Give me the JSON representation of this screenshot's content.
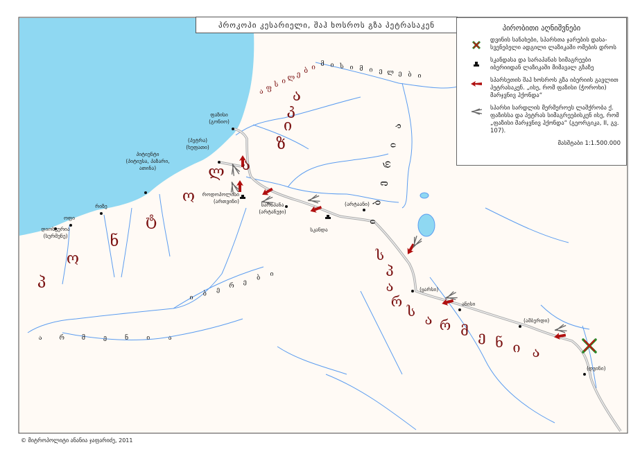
{
  "title": "პროკოპი კესარიელი, შაჰ ხოსროს გზა პეტრასაკენ",
  "legend": {
    "heading": "პირობითი აღნიშვნები",
    "items": [
      {
        "icon": "x-cross-icon",
        "text": "დვინის სანახები, სპარსთა ჯარების დასა-სვენებელი ადგილი ლაზიკაში ომების დროს"
      },
      {
        "icon": "fortress-icon",
        "text": "სკანდასა და სარაპანას სიმაგრეები იბერიიდან ლაზიკაში მიმავალ გზაზე"
      },
      {
        "icon": "red-arrow-icon",
        "text": "სპარსეთის შაჰ ხოსროს გზა იბერიის გავლით პეტრასაკენ. „ისე, რომ ფაზისი (ჭოროხი) მარჯვნივ ჰქონდა“"
      },
      {
        "icon": "gray-arrow-icon",
        "text": "სპარსი სარდლის მერმეროეს ლაშქრობა ქ. ფაზისსა და პეტრას სიმაგრეებისკენ ისე, რომ „ფაზისი მარჯვნივ ჰქონდა“ (გეორგიკა, II, გვ. 107)."
      }
    ],
    "scale": "მასშტაბი 1:1.500.000"
  },
  "places": [
    {
      "name": "ფაზისი",
      "alt": "(გონიო)"
    },
    {
      "name": "(პეტრა)",
      "alt": "(ხუფათი)"
    },
    {
      "name": "პიტიუნტი",
      "alt": "(პიტიუსა, პაზარი,",
      "alt2": "ათინა)"
    },
    {
      "name": "რიზე"
    },
    {
      "name": "ოფი"
    },
    {
      "name": "დიოსკურია",
      "alt": "(სურმენე)"
    },
    {
      "name": "როდოპოლისი",
      "alt": "(ართვინი)"
    },
    {
      "name": "სარაპანა",
      "alt": "(არტანუჯი)"
    },
    {
      "name": "სკანდა"
    },
    {
      "name": "(არტაანი)"
    },
    {
      "name": "(ყარსი)"
    },
    {
      "name": "ანისი"
    },
    {
      "name": "(ამბერდი)"
    },
    {
      "name": "(დვინი)"
    }
  ],
  "regions": {
    "pontus_lazika": "პონტოლაზიკა",
    "apsilia": "აფსილები",
    "misimians": "მისიმიელები",
    "iberia": "იბერია",
    "iberians": "იბერები",
    "armenia": "არმენია",
    "persarmenia": "სპარსარმენია"
  },
  "footer": "© მიტროპოლიტი ანანია ჯაფარიძე, 2011",
  "colors": {
    "sea": "#8fd8f2",
    "land": "#fffaf5",
    "river": "#5b9cf0",
    "route": "#bdbdbd",
    "arrow_red": "#b01010",
    "region_red": "#7a1010"
  }
}
